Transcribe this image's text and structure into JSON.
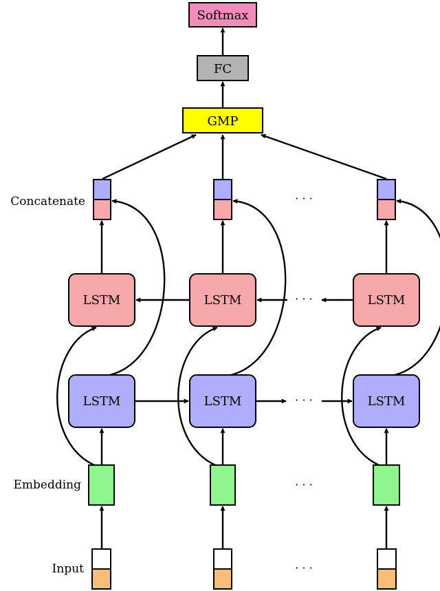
{
  "top": {
    "softmax_label": "Softmax",
    "fc_label": "FC",
    "gmp_label": "GMP"
  },
  "rows": {
    "concatenate_label": "Concatenate",
    "embedding_label": "Embedding",
    "input_label": "Input"
  },
  "lstm_label": "LSTM",
  "ellipsis": "· · ·",
  "colors": {
    "softmax": "#f28cb8",
    "fc": "#b3b3b3",
    "gmp": "#ffff00",
    "backward_lstm": "#f7a8ab",
    "forward_lstm": "#aeaefc",
    "concat_top": "#aeaefc",
    "concat_bottom": "#f7a8ab",
    "embedding": "#8ff58f",
    "input_top": "#ffffff",
    "input_bottom": "#f7bd7c"
  }
}
